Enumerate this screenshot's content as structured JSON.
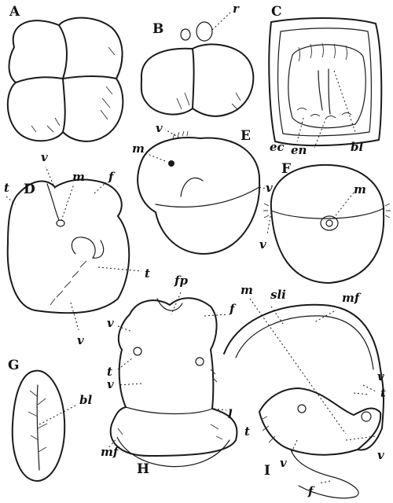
{
  "figures": {
    "A": {
      "letter": "A"
    },
    "B": {
      "letter": "B",
      "labels": [
        "r"
      ]
    },
    "C": {
      "letter": "C",
      "labels": [
        "ec",
        "en",
        "bl"
      ]
    },
    "D": {
      "letter": "D",
      "labels": [
        "t",
        "v",
        "m",
        "f",
        "t",
        "v"
      ]
    },
    "E": {
      "letter": "E",
      "labels": [
        "v",
        "m",
        "v"
      ]
    },
    "F": {
      "letter": "F",
      "labels": [
        "m",
        "v"
      ]
    },
    "G": {
      "letter": "G",
      "labels": [
        "bl"
      ]
    },
    "H": {
      "letter": "H",
      "labels": [
        "fp",
        "f",
        "v",
        "t",
        "v",
        "l",
        "mf"
      ]
    },
    "I": {
      "letter": "I",
      "labels": [
        "m",
        "sli",
        "mf",
        "v",
        "t",
        "t",
        "v",
        "v",
        "f"
      ]
    }
  }
}
